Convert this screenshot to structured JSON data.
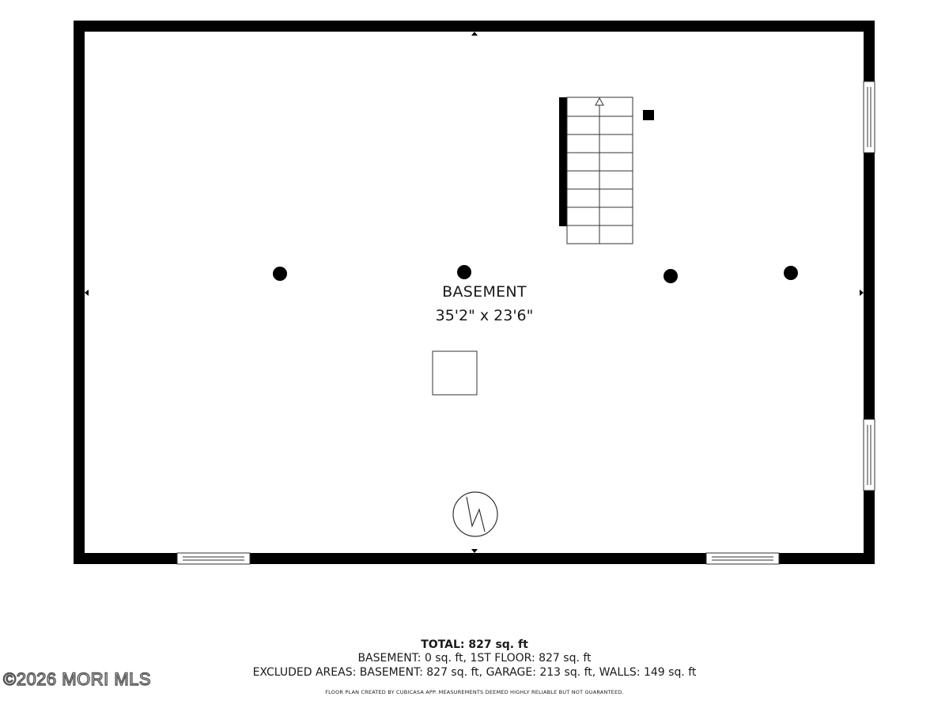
{
  "room": {
    "name": "BASEMENT",
    "dimensions": "35'2\" x 23'6\""
  },
  "summary": {
    "total": "TOTAL: 827 sq. ft",
    "breakdown": "BASEMENT: 0 sq. ft, 1ST FLOOR: 827 sq. ft",
    "excluded": "EXCLUDED AREAS: BASEMENT: 827 sq. ft, GARAGE: 213 sq. ft, WALLS: 149 sq. ft",
    "disclaimer": "FLOOR PLAN CREATED BY CUBICASA APP. MEASUREMENTS DEEMED HIGHLY RELIABLE BUT NOT GUARANTEED."
  },
  "watermark": {
    "text": "©2026 MORI MLS"
  },
  "colors": {
    "wall": "#000000",
    "background": "#ffffff",
    "outline": "#333333"
  }
}
